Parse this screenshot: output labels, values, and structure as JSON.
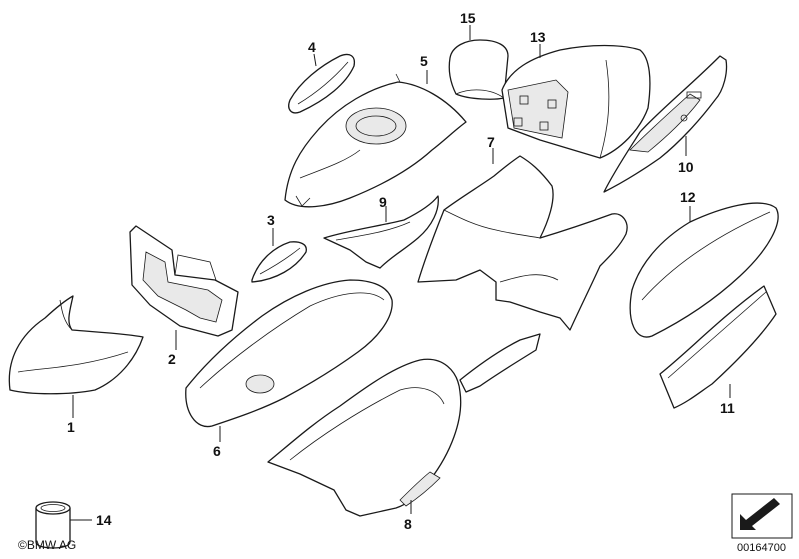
{
  "copyright": "©BMW AG",
  "diagram_id": "00164700",
  "labels": {
    "p1": "1",
    "p2": "2",
    "p3": "3",
    "p4": "4",
    "p5": "5",
    "p6": "6",
    "p7": "7",
    "p8": "8",
    "p9": "9",
    "p10": "10",
    "p11": "11",
    "p12": "12",
    "p13": "13",
    "p14": "14",
    "p15": "15"
  }
}
